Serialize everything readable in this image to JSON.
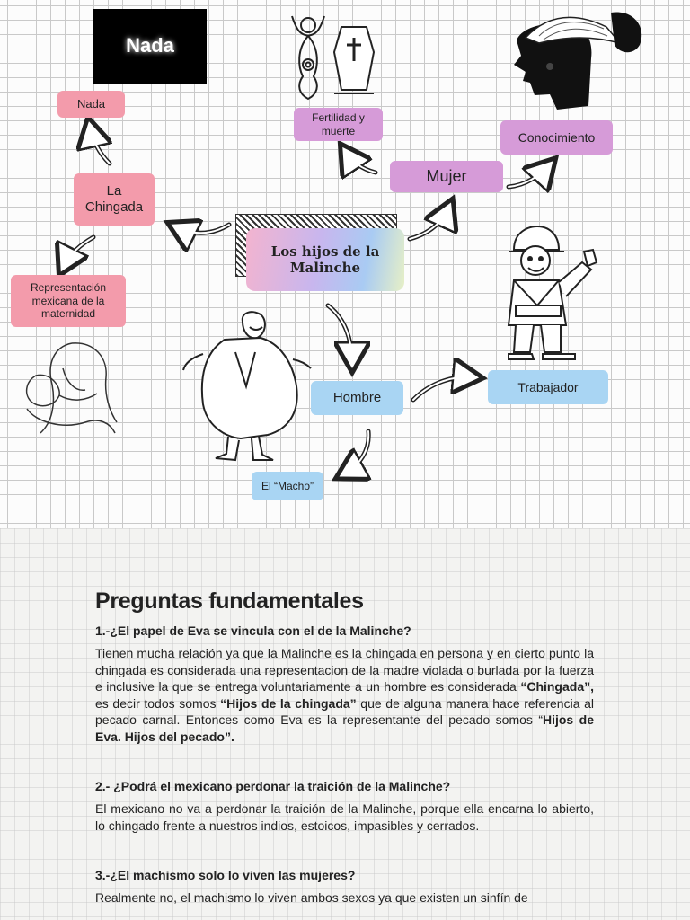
{
  "diagram": {
    "center": "Los hijos de la Malinche",
    "nada_title": "Nada",
    "nada": "Nada",
    "chingada": "La Chingada",
    "representacion": "Representación mexicana de la maternidad",
    "fertilidad": "Fertilidad y muerte",
    "mujer": "Mujer",
    "conocimiento": "Conocimiento",
    "hombre": "Hombre",
    "trabajador": "Trabajador",
    "macho": "El “Macho”"
  },
  "document": {
    "title": "Preguntas fundamentales",
    "q1": "1.-¿El papel de Eva se vincula con el de la Malinche?",
    "a1": {
      "t1": "Tienen mucha relación ya que la Malinche es la chingada en persona y en cierto punto la chingada es considerada una representacion de la madre violada o burlada por la fuerza e inclusive la que se entrega voluntariamente a un hombre es considerada ",
      "b1": "“Chingada”,",
      "t2": " es decir todos somos ",
      "b2": "“Hijos de la chingada”",
      "t3": " que de alguna manera hace referencia al pecado carnal. Entonces como Eva es la representante del pecado somos “",
      "b3": "Hijos de Eva. Hijos del pecado”."
    },
    "q2": "2.- ¿Podrá el mexicano perdonar la traición de la Malinche?",
    "a2": "El mexicano no va a perdonar la traición de la Malinche, porque ella encarna lo abierto, lo chingado frente a nuestros indios, estoicos, impasibles y cerrados.",
    "q3": "3.-¿El machismo solo lo viven las mujeres?",
    "a3": "Realmente no, el machismo lo viven ambos sexos ya que existen un sinfín de"
  },
  "icons": [
    "fertility-goddess-icon",
    "coffin-icon",
    "head-book-icon",
    "mother-baby-icon",
    "builder-icon",
    "fat-man-icon"
  ]
}
